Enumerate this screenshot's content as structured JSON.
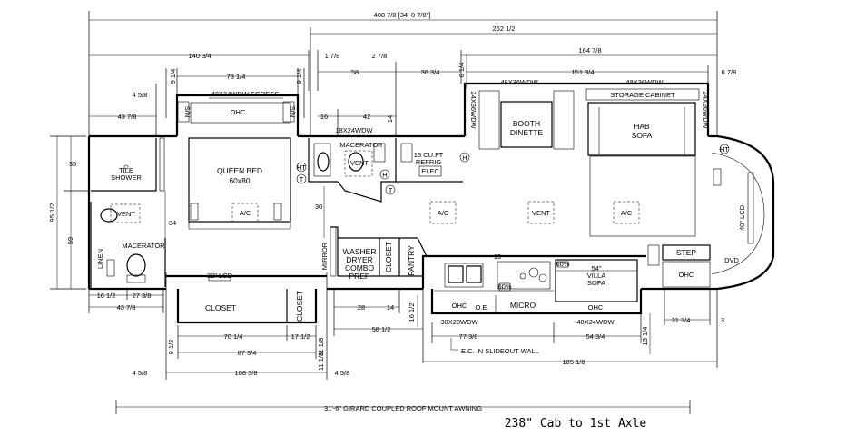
{
  "dims": {
    "overall": "408 7/8 [34'-0 7/8\"]",
    "d262": "262 1/2",
    "d164": "164 7/8",
    "d140": "140 3/4",
    "d1_78": "1 7/8",
    "d2_78": "2 7/8",
    "d73": "73 1/4",
    "d9_14a": "9 1/4",
    "d9_14b": "9 1/4",
    "d58": "58",
    "d36": "36 3/4",
    "d6_14": "6 1/4",
    "d151": "151 3/4",
    "d6_78": "6 7/8",
    "d4_58a": "4 5/8",
    "d43a": "43 7/8",
    "d16": "16",
    "d42": "42",
    "d14": "14",
    "d35": "35",
    "d95": "95 1/2",
    "d59": "59",
    "d34": "34",
    "d30": "30",
    "d13": "13",
    "d16_12": "16 1/2",
    "d27": "27 3/8",
    "d43b": "43 7/8",
    "d28": "28",
    "d14b": "14",
    "d16_12b": "16 1/2",
    "d58_12": "58 1/2",
    "d70": "70 1/4",
    "d17": "17 1/2",
    "d87": "87 3/4",
    "d9_12": "9 1/2",
    "d11": "11 1/8",
    "d77": "77 3/8",
    "d54": "54 3/4",
    "d13_14": "13 1/4",
    "d31": "31 3/4",
    "d3": "3",
    "d4_58b": "4 5/8",
    "d108": "108 3/8",
    "d11b": "11 1/8",
    "d4_58c": "4 5/8",
    "d185": "185 1/8"
  },
  "labels": {
    "egress": "48X24WDW  EGRESS",
    "ohc_bed": "OHC",
    "sn1": "S/N",
    "sn2": "S/N",
    "queen1": "QUEEN BED",
    "queen2": "60x80",
    "ac1": "A/C",
    "ac2": "A/C",
    "ac3": "A/C",
    "vent_bath": "VENT",
    "vent_galley": "VENT",
    "vent_main": "VENT",
    "shower1": "TILE",
    "shower2": "SHOWER",
    "macerator_bath": "MACERATOR",
    "linen": "LINEN",
    "wdw18": "18X24WDW",
    "macerator_half": "MACERATOR",
    "refrig1": "13 CU.FT",
    "refrig2": "REFRIG",
    "elec": "ELEC",
    "wdw48a": "48X36WDW",
    "wdw48b": "48X36WDW",
    "booth1": "BOOTH",
    "booth2": "DINETTE",
    "storage": "STORAGE CABINET",
    "hab1": "HAB",
    "hab2": "SOFA",
    "wdw24_left": "24X36WDW",
    "wdw24_right": "24X36WDW",
    "ht1": "HT",
    "ht2": "HT",
    "t1": "T",
    "t2": "T",
    "h1": "H",
    "h2": "H",
    "mirror": "MIRROR",
    "washer1": "WASHER",
    "washer2": "DRYER",
    "washer3": "COMBO",
    "washer4": "PREP",
    "closet_wd": "CLOSET",
    "pantry": "PANTRY",
    "lcd32": "32\" LCD",
    "closet_main": "CLOSET",
    "closet_small": "CLOSET",
    "ohc_galley": "OHC",
    "oe": "O.E.",
    "micro": "MICRO",
    "wdw30": "30X20WDW",
    "pct60a": "60%",
    "pct60b": "60%",
    "villa1": "54\"",
    "villa2": "VILLA",
    "villa3": "SOFA",
    "ohc_villa": "OHC",
    "wdw48x24": "48X24WDW",
    "step": "STEP",
    "ohc_step": "OHC",
    "dvd": "DVD",
    "lcd40": "40\" LCD",
    "ec": "E.C. IN SLIDEOUT WALL",
    "awning": "31'-6\" GIRARD COUPLED ROOF MOUNT AWNING",
    "cab": "238\"  Cab to 1st Axle"
  }
}
